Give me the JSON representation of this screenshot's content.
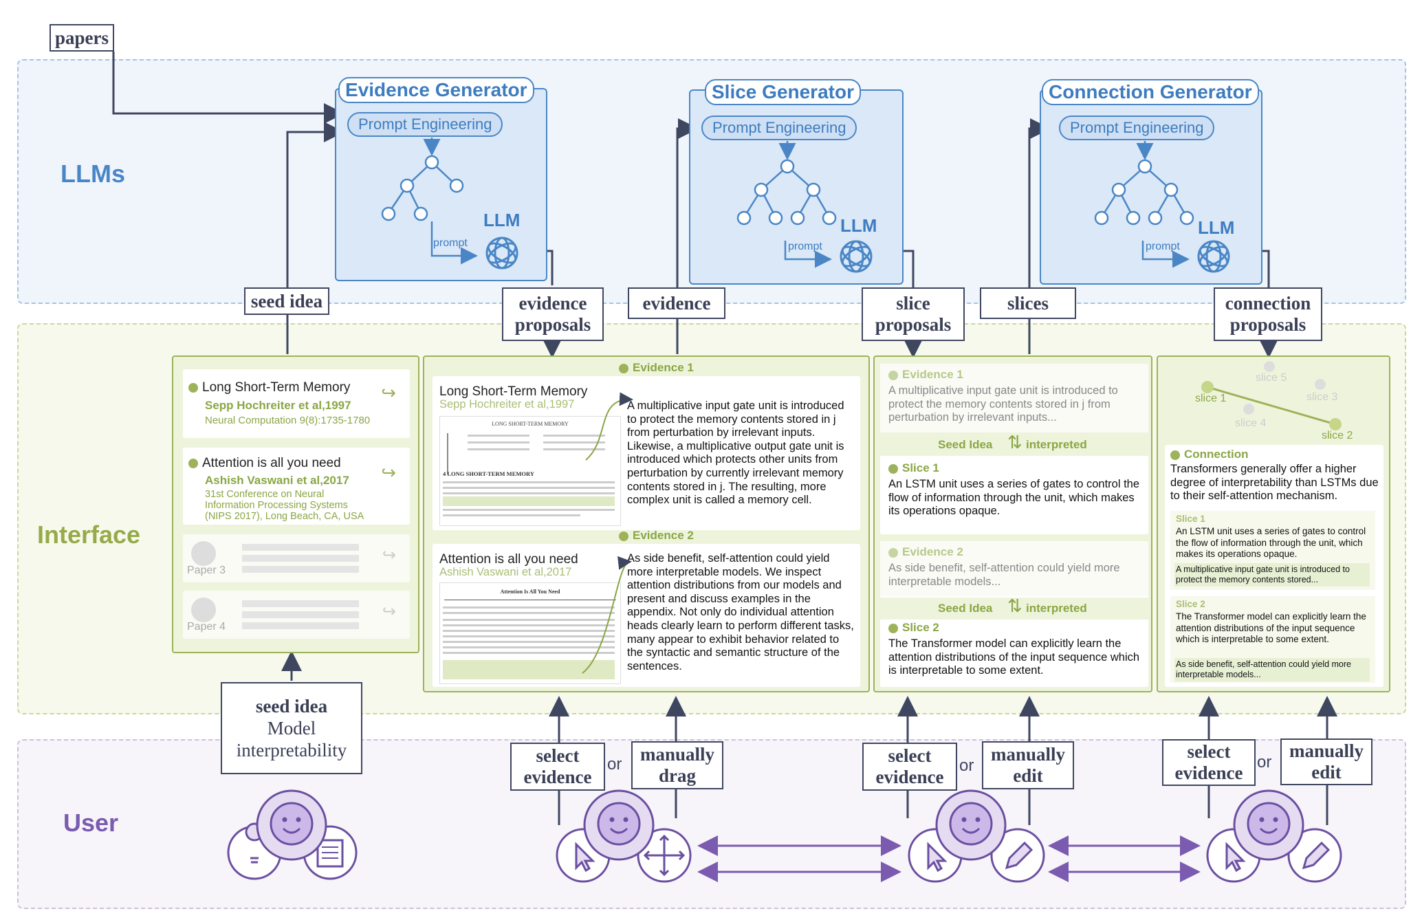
{
  "rows": {
    "llms": "LLMs",
    "interface": "Interface",
    "user": "User"
  },
  "papers_tag": "papers",
  "generators": [
    {
      "title": "Evidence Generator",
      "prompt_engineering": "Prompt Engineering",
      "llm": "LLM",
      "prompt": "prompt"
    },
    {
      "title": "Slice Generator",
      "prompt_engineering": "Prompt Engineering",
      "llm": "LLM",
      "prompt": "prompt"
    },
    {
      "title": "Connection Generator",
      "prompt_engineering": "Prompt Engineering",
      "llm": "LLM",
      "prompt": "prompt"
    }
  ],
  "flow_tags": {
    "seed_idea": "seed idea",
    "evidence_proposals": [
      "evidence",
      "proposals"
    ],
    "evidence": "evidence",
    "slice_proposals": [
      "slice",
      "proposals"
    ],
    "slices": "slices",
    "connection_proposals": [
      "connection",
      "proposals"
    ]
  },
  "papers_panel": {
    "papers": [
      {
        "title": "Long Short-Term Memory",
        "authors": "Sepp Hochreiter et al,1997",
        "venue": [
          "Neural Computation 9(8):1735-1780"
        ]
      },
      {
        "title": "Attention is all you need",
        "authors": "Ashish Vaswani et al,2017",
        "venue": [
          "31st Conference on Neural",
          "Information Processing Systems",
          "(NIPS 2017), Long Beach, CA, USA"
        ]
      }
    ],
    "placeholders": [
      "Paper 3",
      "Paper 4"
    ]
  },
  "evidence_panel": {
    "items": [
      {
        "label": "Evidence 1",
        "paper_title": "Long Short-Term Memory",
        "paper_authors": "Sepp Hochreiter et al,1997",
        "doc_heading": "LONG SHORT-TERM MEMORY",
        "doc_section": "4    LONG SHORT-TERM MEMORY",
        "text": "A multiplicative input gate unit is introduced to protect the memory contents stored in j from perturbation by irrelevant inputs. Likewise, a multiplicative output gate unit is introduced which protects other units from perturbation by currently irrelevant memory contents stored in j. The resulting, more complex unit is called a memory cell."
      },
      {
        "label": "Evidence 2",
        "paper_title": "Attention is all you need",
        "paper_authors": "Ashish Vaswani et al,2017",
        "doc_heading": "Attention Is All You Need",
        "doc_section": "",
        "text": "As side benefit, self-attention could yield more interpretable models. We inspect attention distributions from our models and present and discuss examples in the appendix. Not only do individual attention heads clearly learn to perform different tasks, many appear to exhibit behavior related to the syntactic and semantic structure of the sentences."
      }
    ]
  },
  "slice_panel": {
    "items": [
      {
        "evidence_label": "Evidence 1",
        "evidence_text": "A multiplicative input gate unit is introduced to protect the memory contents stored in j from perturbation by irrelevant inputs...",
        "seed_idea": "Seed Idea",
        "interpreted": "interpreted",
        "slice_label": "Slice 1",
        "slice_text": "An LSTM unit uses a series of gates to control the flow of information through the unit, which makes its operations opaque."
      },
      {
        "evidence_label": "Evidence 2",
        "evidence_text": "As side benefit, self-attention could yield more interpretable models...",
        "seed_idea": "Seed Idea",
        "interpreted": "interpreted",
        "slice_label": "Slice 2",
        "slice_text": "The Transformer model can explicitly learn the attention distributions of the input sequence which is interpretable to some extent."
      }
    ]
  },
  "connection_panel": {
    "nodes": [
      "slice 1",
      "slice 2",
      "slice 3",
      "slice 4",
      "slice 5"
    ],
    "connection_label": "Connection",
    "connection_text": "Transformers generally offer a higher degree of interpretability than LSTMs due to their self-attention mechanism.",
    "slices": [
      {
        "label": "Slice 1",
        "text": "An LSTM unit uses a series of gates to control the flow of information through the unit, which makes its operations opaque.",
        "evidence": "A multiplicative input gate unit is introduced to protect the memory contents stored..."
      },
      {
        "label": "Slice 2",
        "text": "The Transformer model can explicitly learn the attention distributions of the input sequence which is interpretable to some extent.",
        "evidence": "As side benefit, self-attention could yield more interpretable models..."
      }
    ]
  },
  "user_actions": {
    "seed_idea": {
      "title": "seed idea",
      "value": [
        "Model",
        "interpretability"
      ]
    },
    "evidence": {
      "select": [
        "select",
        "evidence"
      ],
      "or": "or",
      "manual": [
        "manually",
        "drag"
      ]
    },
    "slices": {
      "select": [
        "select",
        "evidence"
      ],
      "or": "or",
      "manual": [
        "manually",
        "edit"
      ]
    },
    "connection": {
      "select": [
        "select",
        "evidence"
      ],
      "or": "or",
      "manual": [
        "manually",
        "edit"
      ]
    }
  },
  "colors": {
    "llm_blue": "#4a86c6",
    "interface_green": "#9db25a",
    "user_purple": "#7a5bb0",
    "wire": "#3f4660"
  }
}
